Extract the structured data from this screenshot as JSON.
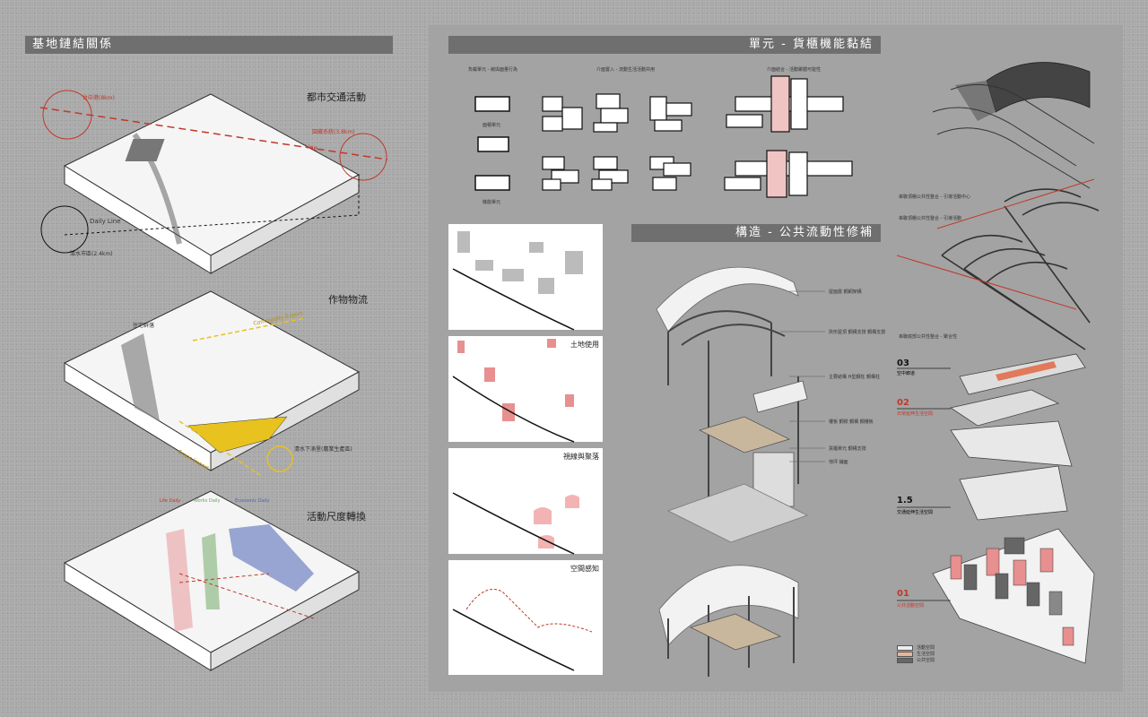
{
  "left": {
    "title": "基地鏈結關係",
    "block1": {
      "heading": "都市交通活動",
      "taichung": "台中港(8km)",
      "zone": "園藏系統(3.8km)",
      "production_line": "Production Line",
      "daily_line": "Daily Line",
      "qingshui": "清水市區(2.4km)"
    },
    "block2": {
      "heading": "作物物流",
      "residential": "住宅群落",
      "commodity": "Commodity Export",
      "crops": "Crops Import",
      "reservoir": "清水下湳里(農業生產區)"
    },
    "block3": {
      "heading": "活動尺度轉換",
      "labels": [
        "Life Daily",
        "Works Daily",
        "Economic Daily"
      ]
    }
  },
  "right": {
    "unit_title": "單元 - 貨櫃機能黏結",
    "unit_captions": [
      "負載單元 - 線與面量行為",
      "介面置入 - 流動生活活動共用",
      "介面結合 - 活動聚體可能性"
    ],
    "unit_sublabels": [
      "面積單元",
      "機能單元"
    ],
    "struct_title": "構造 - 公共流動性修補",
    "maps": [
      "",
      "土地使用",
      "視線與聚落",
      "空間感知"
    ],
    "struct_notes": [
      "屋面層 鋼網架構",
      "拱形屋頂 鋼構支撐 鋼構支撐",
      "主要結構 H型鋼柱 鋼構柱",
      "樓板 鋼樑 鋼構 鋼樓板",
      "貨櫃單元 鋼構支撐",
      "地坪 鋪面"
    ],
    "exploded_notes": [
      "串聯頂棚公共性整合 - 引導活動中心",
      "串聯頂棚公共性整合 - 引導活動",
      "串聯底部公共性整合 - 聚合性"
    ],
    "levels": [
      {
        "num": "03",
        "text": "空中廊道"
      },
      {
        "num": "02",
        "text": "日常延伸生活空間"
      },
      {
        "num": "1.5",
        "text": "交通延伸生活空間"
      },
      {
        "num": "01",
        "text": "公共活動空間"
      }
    ],
    "legend": [
      "活動空間",
      "生活空間",
      "公共空間"
    ]
  },
  "colors": {
    "accent_red": "#c0392b",
    "yellow": "#e8c21f",
    "blue": "#4a63b5",
    "green": "#6aa35c",
    "pink": "#e88f8f"
  }
}
